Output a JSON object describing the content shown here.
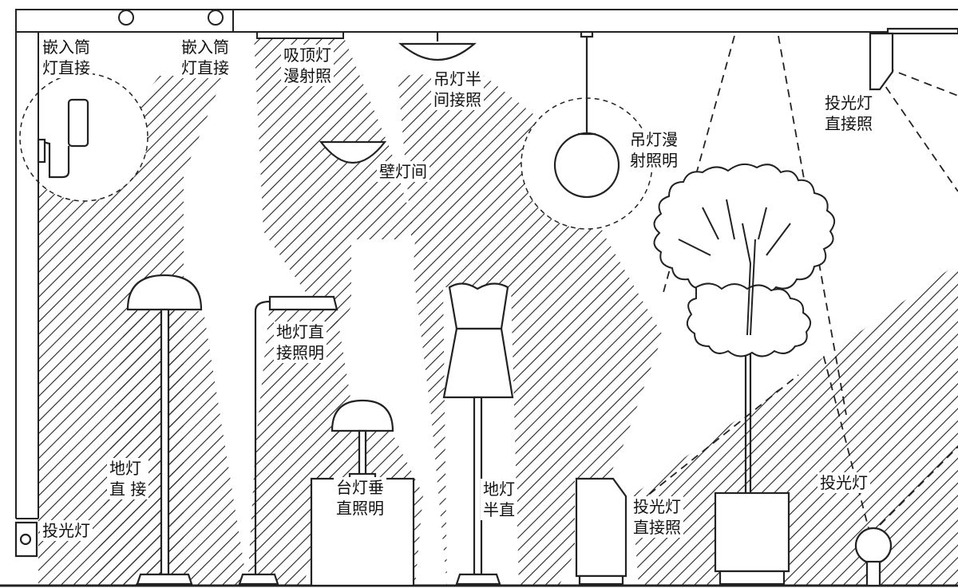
{
  "diagram": {
    "labels": {
      "recessed_left": [
        "嵌入筒",
        "灯直接"
      ],
      "recessed_right": [
        "嵌入筒",
        "灯直接"
      ],
      "ceiling_diffuse": [
        "吸顶灯",
        "漫射照"
      ],
      "pendant_semi": [
        "吊灯半",
        "间接照"
      ],
      "wall_indirect": [
        "壁灯间"
      ],
      "pendant_diffuse": [
        "吊灯漫",
        "射照明"
      ],
      "projector_top_right": [
        "投光灯",
        "直接照"
      ],
      "floor_lamp_direct_a": [
        "地灯直",
        "接照明"
      ],
      "floor_lamp_direct_b": [
        "地灯",
        "直 接"
      ],
      "table_lamp": [
        "台灯垂",
        "直照明"
      ],
      "floor_lamp_semi": [
        "地灯",
        "半直"
      ],
      "projector_box": [
        "投光灯",
        "直接照"
      ],
      "projector_right": [
        "投光灯"
      ],
      "projector_left": [
        "投光灯"
      ]
    }
  }
}
